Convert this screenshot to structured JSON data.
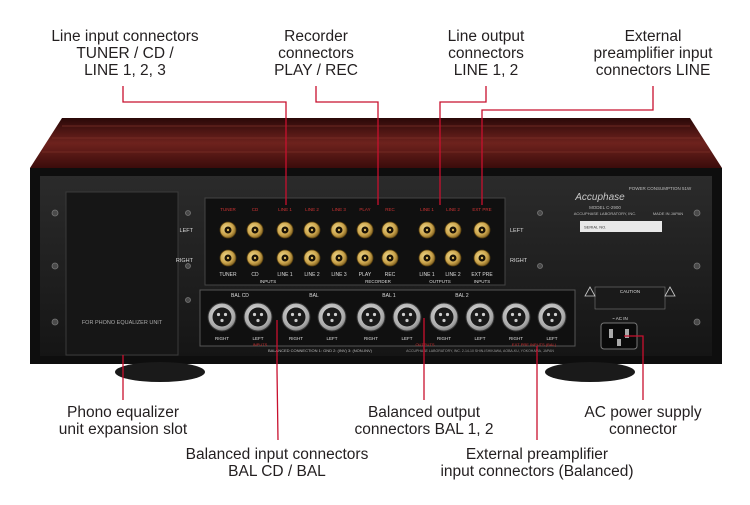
{
  "callouts": {
    "line_input": [
      "Line input connectors",
      "TUNER / CD /",
      "LINE 1, 2, 3"
    ],
    "recorder": [
      "Recorder",
      "connectors",
      "PLAY / REC"
    ],
    "line_output": [
      "Line output",
      "connectors",
      "LINE 1, 2"
    ],
    "ext_pre_line": [
      "External",
      "preamplifier input",
      "connectors LINE"
    ],
    "phono_slot": [
      "Phono equalizer",
      "unit expansion slot"
    ],
    "balanced_output": [
      "Balanced output",
      "connectors BAL 1, 2"
    ],
    "ac_power": [
      "AC power supply",
      "connector"
    ],
    "balanced_input": [
      "Balanced input connectors",
      "BAL CD / BAL"
    ],
    "ext_pre_balanced": [
      "External preamplifier",
      "input connectors (Balanced)"
    ]
  },
  "panel": {
    "brand_logo_text": "Accuphase",
    "model_text": "MODEL C-2900",
    "power_text": "POWER CONSUMPTION 51W",
    "maker_text": "ACCUPHASE LABORATORY, INC.",
    "made_text": "MADE IN JAPAN",
    "serial_label": "SERIAL NO.",
    "phono_slot_label": "FOR PHONO EQUALIZER UNIT",
    "side_left": "LEFT",
    "side_right": "RIGHT",
    "top_labels": [
      "TUNER",
      "CD",
      "LINE 1",
      "LINE 2",
      "LINE 3",
      "PLAY",
      "REC",
      "LINE 1",
      "LINE 2",
      "EXT PRE"
    ],
    "bottom_labels": [
      "TUNER",
      "CD",
      "LINE 1",
      "LINE 2",
      "LINE 3",
      "PLAY",
      "REC",
      "LINE 1",
      "LINE 2",
      "EXT PRE"
    ],
    "group_inputs": "INPUTS",
    "group_recorder": "RECORDER",
    "group_outputs": "OUTPUTS",
    "group_ext_inputs": "INPUTS",
    "xlr_headers": [
      "BAL CD",
      "BAL",
      "BAL 1",
      "BAL 2",
      ""
    ],
    "xlr_right": "RIGHT",
    "xlr_left": "LEFT",
    "xlr_group_inputs": "INPUTS",
    "xlr_group_outputs": "OUTPUTS",
    "xlr_group_ext": "EXT PRE INPUTS (BAL)",
    "balanced_connection_text": "BALANCED CONNECTION   1: GND   2: (INV)   3: (NON-INV)",
    "bottom_maker_text": "ACCUPHASE LABORATORY, INC.  2-14-10 SHIN-ISHIKAWA, AOBA-KU, YOKOHAMA, JAPAN",
    "caution_title": "CAUTION",
    "ac_in_label": "~ AC IN"
  },
  "colors": {
    "wood_dark": "#3a0e0e",
    "wood_light": "#7a2a22",
    "panel": "#1c1c1c",
    "callout_line": "#c8102e",
    "gold": "#c9a24a"
  }
}
